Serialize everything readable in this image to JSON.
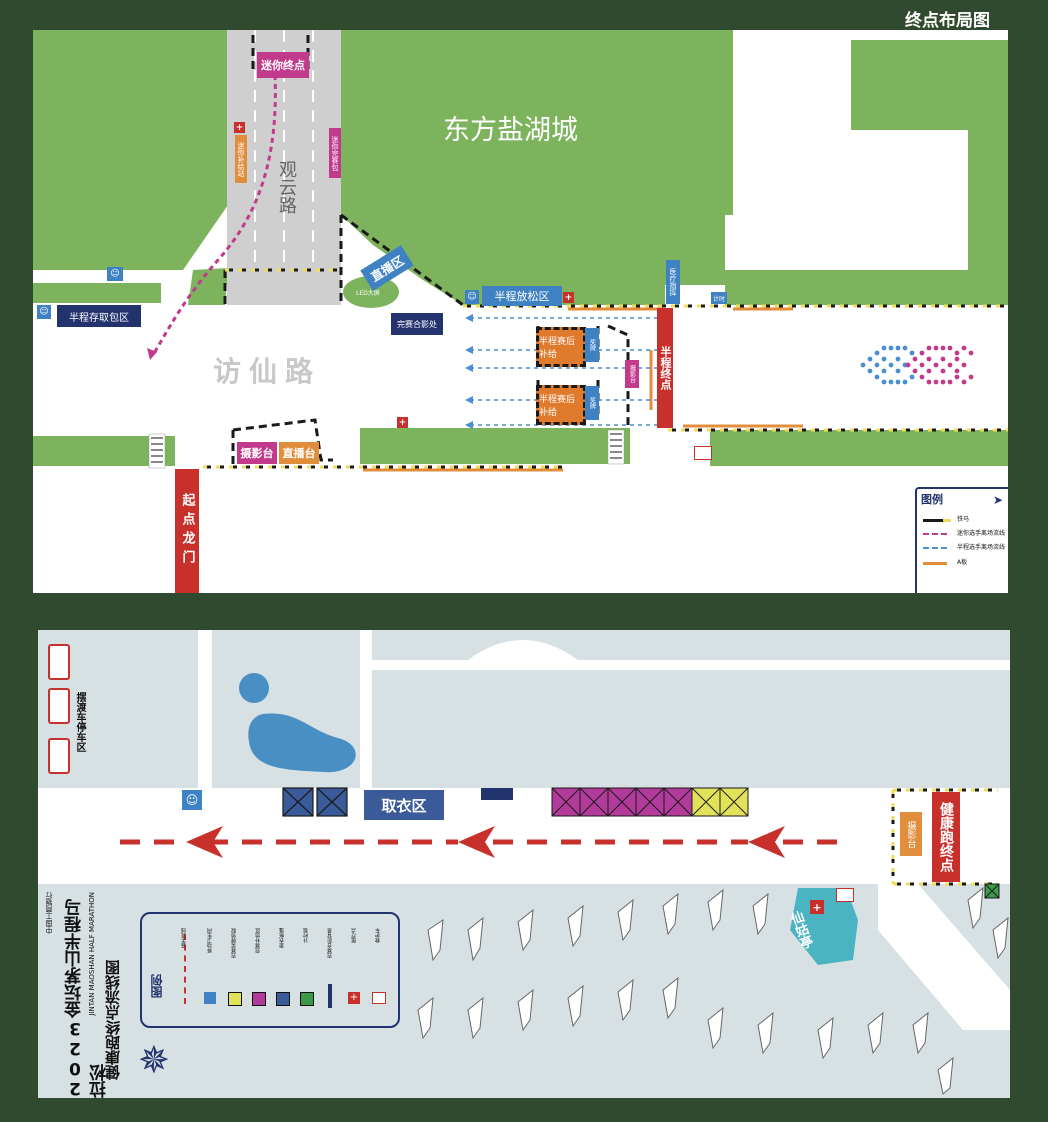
{
  "page_title": "终点布局图",
  "top_map": {
    "roads": {
      "guanyun_road": "观云路",
      "fangxian_road": "访仙路",
      "area_name": "东方盐湖城"
    },
    "labels": {
      "mini_finish": "迷你终点",
      "mini_supply": "迷你补给站",
      "mini_completion": "迷你完赛包",
      "live_area": "直播区",
      "led_screen": "LED大屏",
      "half_release": "半程放松区",
      "half_bag": "半程存取包区",
      "finisher_photo": "完赛合影处",
      "half_supply_1": "半程赛后补给",
      "half_supply_2": "半程赛后补给",
      "medal": "奖牌",
      "photo_stand_small": "摄影台",
      "half_finish": "半程终点",
      "medical": "医疗指挥",
      "timing": "计时",
      "photo_stand": "摄影台",
      "broadcast_stand": "直播台",
      "start_gate": "起点龙门"
    },
    "legend": {
      "title": "图例",
      "items": [
        "铁马",
        "迷你选手离场流线",
        "半程选手离场流线",
        "A板"
      ]
    }
  },
  "bottom_map": {
    "labels": {
      "bus_area": "摆渡车停车区",
      "clothes_pickup": "取衣区",
      "health_finish": "健康跑终点",
      "photo_stand": "摄影台",
      "pavilion": "仙姑亭"
    },
    "title_block": {
      "event": "2023金坛茅山半程马拉松",
      "event_en": "JINTAN MAOSHAN HALF MARATHON",
      "sponsor": "中国工商银行",
      "subtitle": "健康跑终点流线图"
    },
    "legend": {
      "title": "图例",
      "items": [
        "选手流线",
        "移动卫生间",
        "完赛奖牌领取",
        "完赛补给区",
        "更衣帐篷",
        "计时毯",
        "完赛合影背景",
        "医疗点",
        "救护车"
      ]
    }
  },
  "colors": {
    "grass": "#7cb35c",
    "dark_frame": "#2f4a2f",
    "red": "#c8302c",
    "magenta": "#c23a8c",
    "blue_label": "#3f82c4",
    "navy": "#23336e",
    "orange": "#e08d3c",
    "pavilion": "#4ab4c2"
  }
}
